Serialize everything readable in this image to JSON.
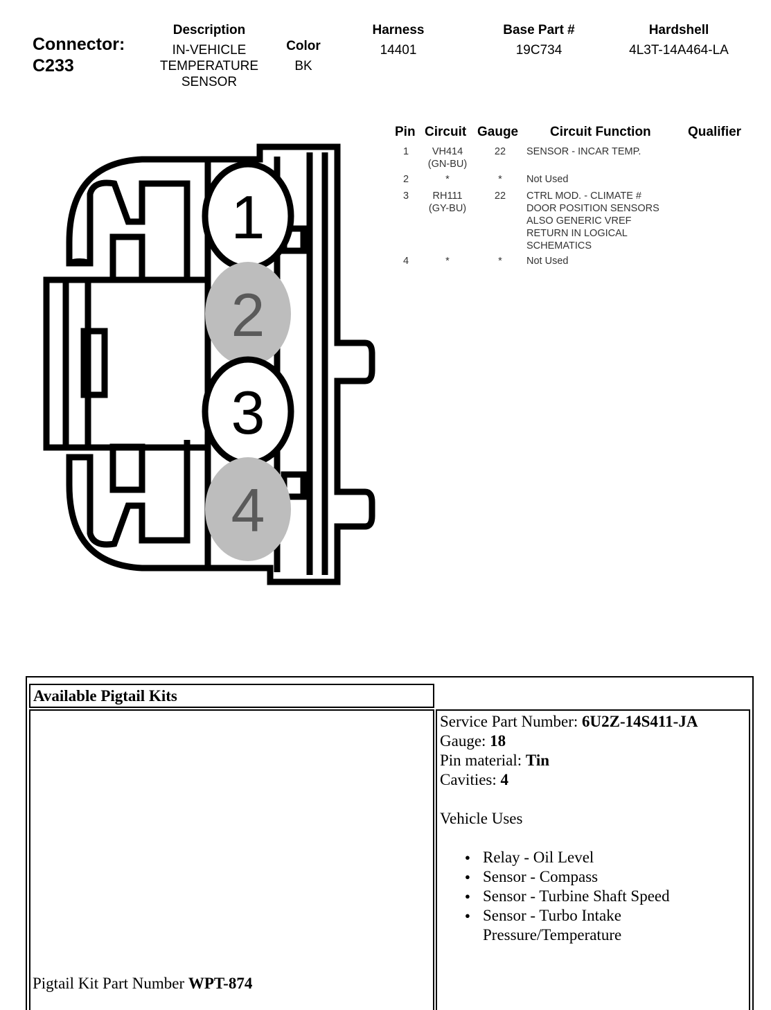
{
  "connector": {
    "label": "Connector:",
    "id": "C233",
    "description_header": "Description",
    "description_lines": [
      "IN-VEHICLE",
      "TEMPERATURE",
      "SENSOR"
    ],
    "color_header": "Color",
    "color_value": "BK",
    "harness_header": "Harness",
    "harness_value": "14401",
    "base_part_header": "Base Part #",
    "base_part_value": "19C734",
    "hardshell_header": "Hardshell",
    "hardshell_value": "4L3T-14A464-LA"
  },
  "diagram": {
    "cavities": [
      {
        "label": "1",
        "used": true
      },
      {
        "label": "2",
        "used": false
      },
      {
        "label": "3",
        "used": true
      },
      {
        "label": "4",
        "used": false
      }
    ],
    "used_color": "#ffffff",
    "unused_color": "#bdbdbd"
  },
  "pin_table": {
    "headers": [
      "Pin",
      "Circuit",
      "Gauge",
      "Circuit Function",
      "Qualifier"
    ],
    "rows": [
      {
        "pin": "1",
        "circuit": [
          "VH414",
          "(GN-BU)"
        ],
        "gauge": "22",
        "function": [
          "SENSOR - INCAR TEMP."
        ],
        "qualifier": ""
      },
      {
        "pin": "2",
        "circuit": [
          "*"
        ],
        "gauge": "*",
        "function": [
          "Not Used"
        ],
        "qualifier": ""
      },
      {
        "pin": "3",
        "circuit": [
          "RH111",
          "(GY-BU)"
        ],
        "gauge": "22",
        "function": [
          "CTRL MOD. - CLIMATE #",
          "DOOR POSITION SENSORS",
          "ALSO GENERIC VREF",
          "RETURN IN LOGICAL",
          "SCHEMATICS"
        ],
        "qualifier": ""
      },
      {
        "pin": "4",
        "circuit": [
          "*"
        ],
        "gauge": "*",
        "function": [
          "Not Used"
        ],
        "qualifier": ""
      }
    ]
  },
  "pigtail": {
    "title": "Available Pigtail Kits",
    "kit_label": "Pigtail Kit Part Number ",
    "kit_number": "WPT-874",
    "service_part_label": "Service Part Number: ",
    "service_part_value": "6U2Z-14S411-JA",
    "gauge_label": "Gauge: ",
    "gauge_value": "18",
    "pin_material_label": "Pin material: ",
    "pin_material_value": "Tin",
    "cavities_label": "Cavities: ",
    "cavities_value": "4",
    "vehicle_uses_title": "Vehicle Uses",
    "vehicle_uses": [
      "Relay - Oil Level",
      "Sensor - Compass",
      "Sensor - Turbine Shaft Speed",
      "Sensor - Turbo Intake Pressure/Temperature"
    ]
  }
}
